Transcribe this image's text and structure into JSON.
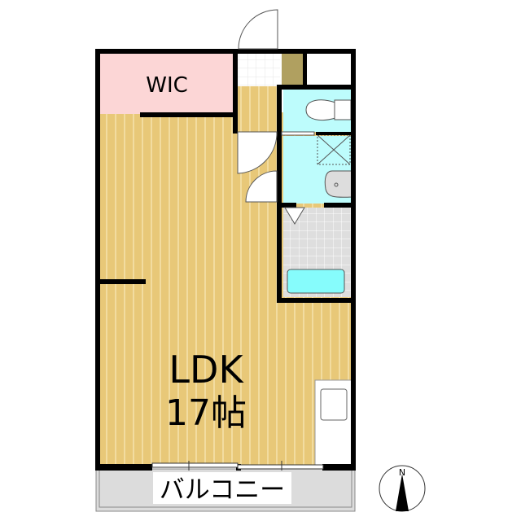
{
  "rooms": {
    "wic": "WIC",
    "ldk": "LDK",
    "ldk_size": "17帖",
    "balcony": "バルコニー"
  },
  "compass": {
    "north": "N"
  },
  "colors": {
    "floor": "#e8c878",
    "floor_stripe": "#f5e3ae",
    "wic": "#fcd6d6",
    "wet": "#bdfcfc",
    "tile": "#dedede",
    "tub": "#86fcfc",
    "shoebox": "#b0a060",
    "balcony": "#dcdcdc",
    "wall": "#000000"
  }
}
